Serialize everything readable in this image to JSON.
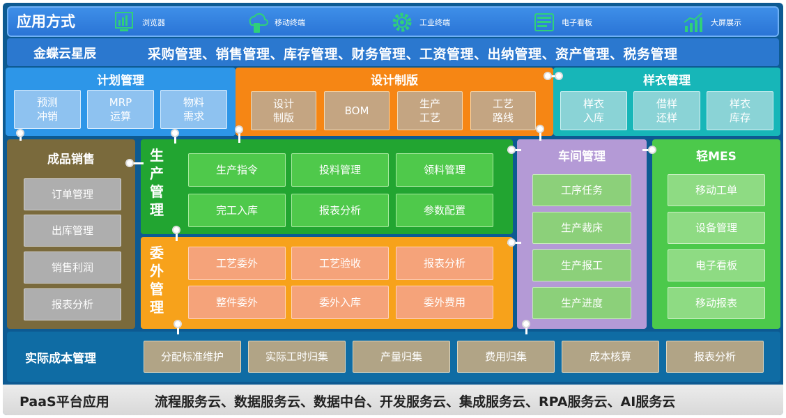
{
  "header": {
    "title": "应用方式",
    "apps": [
      {
        "label": "浏览器",
        "icon": "chart-monitor-icon"
      },
      {
        "label": "移动终端",
        "icon": "cloud-phone-icon"
      },
      {
        "label": "工业终端",
        "icon": "gear-icon"
      },
      {
        "label": "电子看板",
        "icon": "board-icon"
      },
      {
        "label": "大屏展示",
        "icon": "trend-chart-icon"
      }
    ]
  },
  "suite": {
    "title": "金蝶云星辰",
    "modules": "采购管理、销售管理、库存管理、财务管理、工资管理、出纳管理、资产管理、税务管理"
  },
  "plan": {
    "title": "计划管理",
    "items": [
      "预测\n冲销",
      "MRP\n运算",
      "物料\n需求"
    ]
  },
  "design": {
    "title": "设计制版",
    "items": [
      "设计\n制版",
      "BOM",
      "生产\n工艺",
      "工艺\n路线"
    ]
  },
  "sample": {
    "title": "样衣管理",
    "items": [
      "样衣\n入库",
      "借样\n还样",
      "样衣\n库存"
    ]
  },
  "sales": {
    "title": "成品销售",
    "items": [
      "订单管理",
      "出库管理",
      "销售利润",
      "报表分析"
    ]
  },
  "production": {
    "title": "生\n产\n管\n理",
    "items": [
      "生产指令",
      "投料管理",
      "领料管理",
      "完工入库",
      "报表分析",
      "参数配置"
    ]
  },
  "outsource": {
    "title": "委\n外\n管\n理",
    "items": [
      "工艺委外",
      "工艺验收",
      "报表分析",
      "整件委外",
      "委外入库",
      "委外费用"
    ]
  },
  "workshop": {
    "title": "车间管理",
    "items": [
      "工序任务",
      "生产裁床",
      "生产报工",
      "生产进度"
    ]
  },
  "mes": {
    "title": "轻MES",
    "items": [
      "移动工单",
      "设备管理",
      "电子看板",
      "移动报表"
    ]
  },
  "cost": {
    "title": "实际成本管理",
    "items": [
      "分配标准维护",
      "实际工时归集",
      "产量归集",
      "费用归集",
      "成本核算",
      "报表分析"
    ]
  },
  "paas": {
    "title": "PaaS平台应用",
    "services": "流程服务云、数据服务云、数据中台、开发服务云、集成服务云、RPA服务云、AI服务云"
  },
  "colors": {
    "header": "#2a74d6",
    "plan": "#2d96e8",
    "design": "#f68614",
    "sample": "#17b6b8",
    "sales": "#7a6a3c",
    "production": "#22a531",
    "outsource": "#f7a21b",
    "workshop": "#b49ad6",
    "mes": "#4cc94b",
    "cost": "#0f6ca4"
  }
}
